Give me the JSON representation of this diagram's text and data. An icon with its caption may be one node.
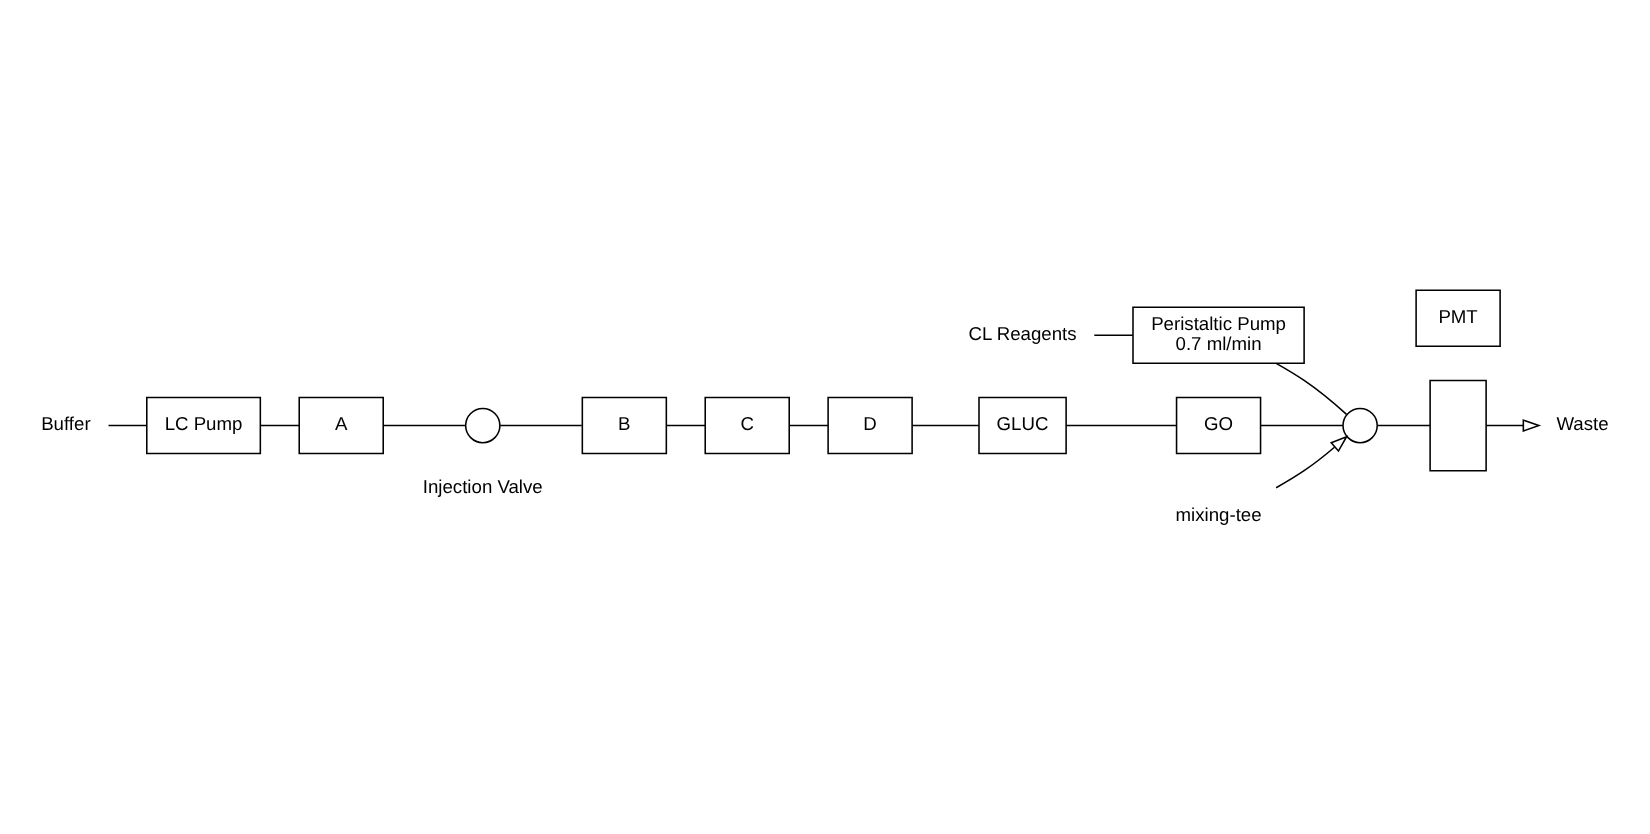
{
  "diagram": {
    "nodes": [
      {
        "text": [
          "Waste"
        ]
      },
      {
        "text": [],
        "shape": "box"
      },
      {
        "text": [
          "PMT"
        ]
      },
      {
        "text": [
          "Peristaltic Pump",
          "0.7 ml/min"
        ]
      },
      {
        "text": [
          "CL Reagents"
        ]
      },
      {
        "text": [
          "Buffer"
        ]
      },
      {
        "text": [
          "LC Pump"
        ]
      },
      {
        "text": [
          "A"
        ]
      },
      {
        "text": [],
        "shape": "circle",
        "beside": [
          "Injection Valve"
        ]
      },
      {
        "text": [
          "B"
        ]
      },
      {
        "text": [
          "C"
        ]
      },
      {
        "text": [
          "D"
        ]
      },
      {
        "text": [
          "GLUC"
        ]
      },
      {
        "text": [
          "GO"
        ]
      },
      {
        "text": [],
        "shape": "circle"
      },
      {
        "text": [
          "mixing-tee"
        ]
      }
    ],
    "edges": [
      {
        "from": 4,
        "to": 3,
        "arrow": "none"
      },
      {
        "from": 3,
        "to": 14,
        "arrow": "none"
      },
      {
        "from": 5,
        "to": 6,
        "arrow": "none"
      },
      {
        "from": 6,
        "to": 7,
        "arrow": "none"
      },
      {
        "from": 7,
        "to": 8,
        "arrow": "none"
      },
      {
        "from": 8,
        "to": 9,
        "arrow": "none"
      },
      {
        "from": 9,
        "to": 10,
        "arrow": "none"
      },
      {
        "from": 10,
        "to": 11,
        "arrow": "none"
      },
      {
        "from": 11,
        "to": 12,
        "arrow": "none"
      },
      {
        "from": 12,
        "to": 13,
        "arrow": "none"
      },
      {
        "from": 13,
        "to": 14,
        "arrow": "none"
      },
      {
        "from": 14,
        "to": 1,
        "arrow": "none"
      },
      {
        "from": 1,
        "to": 0,
        "arrow": "to"
      },
      {
        "from": 15,
        "to": 14,
        "arrow": "to"
      }
    ]
  }
}
